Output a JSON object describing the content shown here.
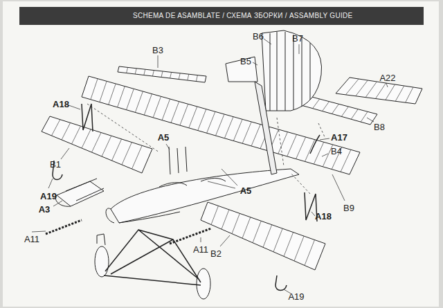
{
  "diagram": {
    "title": "SCHEMA DE ASAMBLATE / СХЕМА ЗБОРКИ / ASSAMBLY GUIDE",
    "labels": [
      "B6",
      "B7",
      "B3",
      "B5",
      "A22",
      "A18",
      "B8",
      "A5",
      "A17",
      "B4",
      "B1",
      "A19",
      "A5",
      "A3",
      "B9",
      "A18",
      "A11",
      "A11",
      "B2",
      "A19"
    ]
  }
}
